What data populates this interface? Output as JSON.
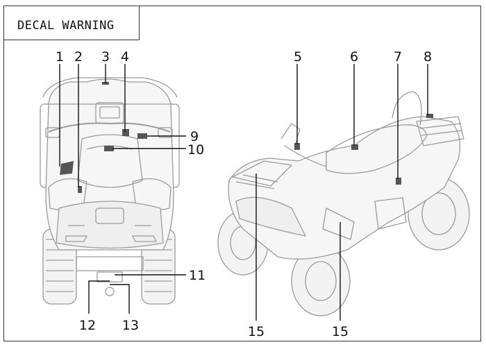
{
  "title": "DECAL WARNING",
  "callouts": [
    "1",
    "2",
    "3",
    "4",
    "5",
    "6",
    "7",
    "8",
    "9",
    "10",
    "11",
    "12",
    "13",
    "15",
    "15"
  ],
  "colors": {
    "outline": "#9a9a9a",
    "ink": "#111111",
    "frame": "#333333"
  }
}
